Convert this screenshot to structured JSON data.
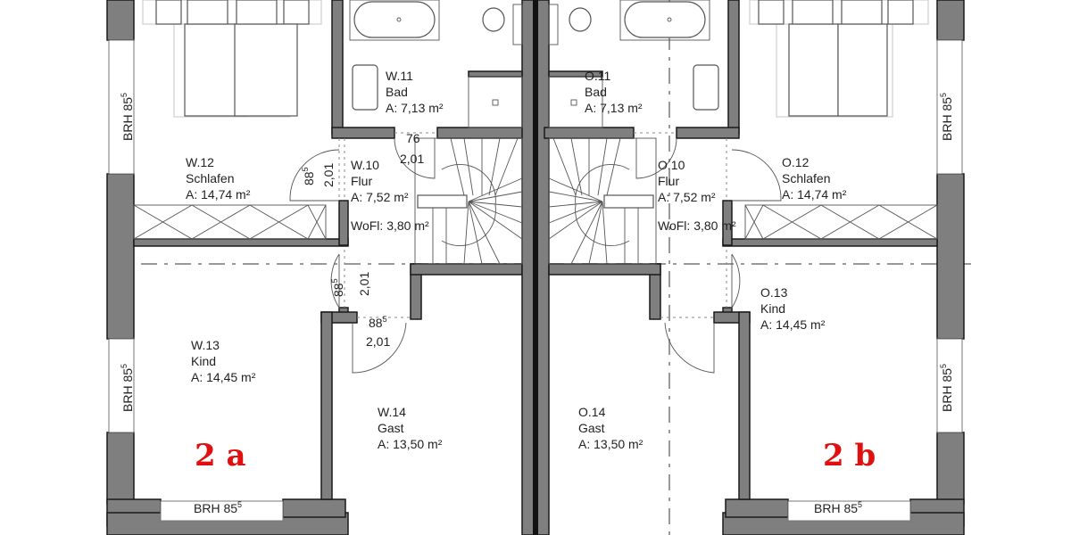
{
  "plan": {
    "units": [
      {
        "label": "2 a",
        "color": "#e01010"
      },
      {
        "label": "2 b",
        "color": "#e01010"
      }
    ],
    "rooms": [
      {
        "id": "W.11",
        "name": "Bad",
        "area": "A: 7,13 m²"
      },
      {
        "id": "W.12",
        "name": "Schlafen",
        "area": "A: 14,74 m²"
      },
      {
        "id": "W.10",
        "name": "Flur",
        "area": "A: 7,52 m²",
        "extra": "WoFl: 3,80 m²"
      },
      {
        "id": "W.13",
        "name": "Kind",
        "area": "A: 14,45 m²"
      },
      {
        "id": "W.14",
        "name": "Gast",
        "area": "A: 13,50 m²"
      },
      {
        "id": "O.11",
        "name": "Bad",
        "area": "A: 7,13 m²"
      },
      {
        "id": "O.10",
        "name": "Flur",
        "area": "A: 7,52 m²",
        "extra": "WoFl: 3,80 m²"
      },
      {
        "id": "O.12",
        "name": "Schlafen",
        "area": "A: 14,74 m²"
      },
      {
        "id": "O.13",
        "name": "Kind",
        "area": "A: 14,45 m²"
      },
      {
        "id": "O.14",
        "name": "Gast",
        "area": "A: 13,50 m²"
      }
    ],
    "windows": {
      "label": "BRH 85",
      "superscript": "5"
    },
    "dimensions": {
      "door_bath_width": "76",
      "door_height": "2,01",
      "door_width_main": "88",
      "door_width_sup": "5"
    }
  }
}
